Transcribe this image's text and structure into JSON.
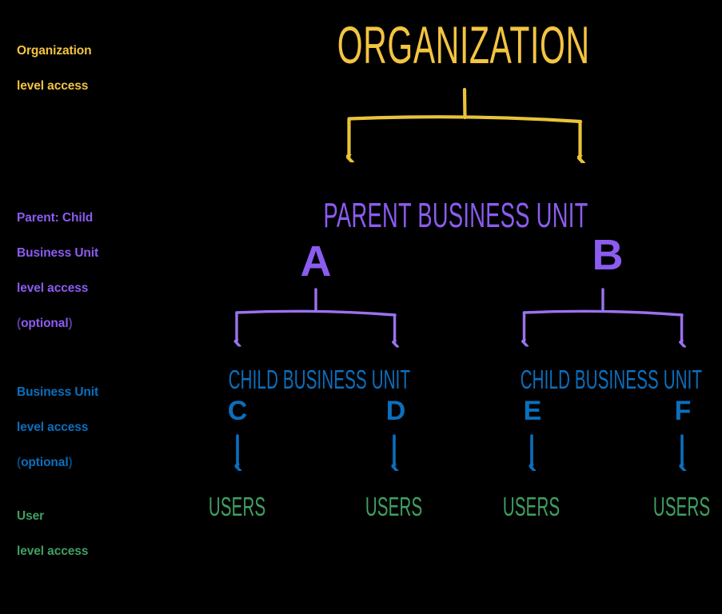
{
  "diagram": {
    "title": "ORGANIZATION",
    "background_color": "#000000",
    "levels": [
      {
        "key": "organization",
        "side_label_line1": "Organization",
        "side_label_line2": "level access",
        "optional": "",
        "color": "#F3C441"
      },
      {
        "key": "parent_business_unit",
        "side_label_line1": "Parent: Child",
        "side_label_line2": "Business Unit",
        "side_label_line3": "level access",
        "optional": "(optional)",
        "color": "#8B5CF0"
      },
      {
        "key": "business_unit",
        "side_label_line1": "Business Unit",
        "side_label_line2": "level access",
        "optional": "(optional)",
        "color": "#0B6FBE"
      },
      {
        "key": "user",
        "side_label_line1": "User",
        "side_label_line2": "level access",
        "optional": "",
        "color": "#3FA062"
      }
    ],
    "nodes": {
      "organization": {
        "label": "ORGANIZATION"
      },
      "parent_business_units": [
        {
          "label": "PARENT BUSINESS UNIT",
          "letter": "A"
        },
        {
          "label": "PARENT BUSINESS UNIT",
          "letter": "B"
        }
      ],
      "child_business_units": [
        {
          "label": "CHILD BUSINESS UNIT",
          "letter": "C"
        },
        {
          "label": "CHILD BUSINESS UNIT",
          "letter": "D"
        },
        {
          "label": "CHILD BUSINESS UNIT",
          "letter": "E"
        },
        {
          "label": "CHILD BUSINESS UNIT",
          "letter": "F"
        }
      ],
      "users": [
        {
          "label": "USERS"
        },
        {
          "label": "USERS"
        },
        {
          "label": "USERS"
        },
        {
          "label": "USERS"
        }
      ]
    },
    "parent_label_text": "PARENT BUSINESS UNIT",
    "child_label_left": "CHILD BUSINESS UNIT",
    "child_label_right": "CHILD BUSINESS UNIT"
  }
}
